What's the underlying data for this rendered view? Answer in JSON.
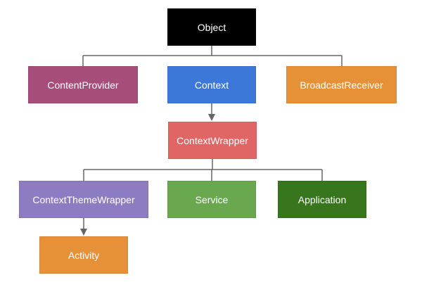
{
  "nodes": {
    "object": {
      "label": "Object",
      "color": "#000000"
    },
    "contentprovider": {
      "label": "ContentProvider",
      "color": "#a64d79"
    },
    "context": {
      "label": "Context",
      "color": "#3c78d8"
    },
    "broadcastreceiver": {
      "label": "BroadcastReceiver",
      "color": "#e69138"
    },
    "contextwrapper": {
      "label": "ContextWrapper",
      "color": "#e06666"
    },
    "contextthemewrapper": {
      "label": "ContextThemeWrapper",
      "color": "#8e7cc3"
    },
    "service": {
      "label": "Service",
      "color": "#6aa84f"
    },
    "application": {
      "label": "Application",
      "color": "#38761d"
    },
    "activity": {
      "label": "Activity",
      "color": "#e69138"
    }
  },
  "edges": [
    {
      "from": "object",
      "to": "contentprovider"
    },
    {
      "from": "object",
      "to": "context"
    },
    {
      "from": "object",
      "to": "broadcastreceiver"
    },
    {
      "from": "context",
      "to": "contextwrapper"
    },
    {
      "from": "contextwrapper",
      "to": "contextthemewrapper"
    },
    {
      "from": "contextwrapper",
      "to": "service"
    },
    {
      "from": "contextwrapper",
      "to": "application"
    },
    {
      "from": "contextthemewrapper",
      "to": "activity"
    }
  ],
  "line_color": "#666666"
}
